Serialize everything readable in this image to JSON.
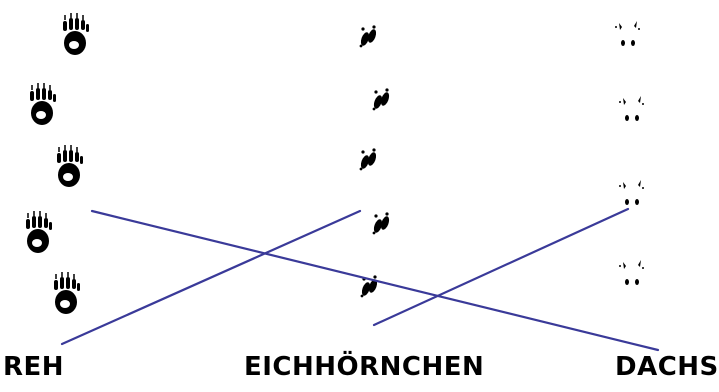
{
  "labels": {
    "left": "REH",
    "middle": "EICHHÖRNCHEN",
    "right": "DACHS"
  },
  "colors": {
    "ink": "#000000",
    "line": "#3a3a99",
    "background": "#ffffff"
  },
  "icons": {
    "left_column": "badger-paw-print-icon",
    "middle_column": "squirrel-paw-print-icon",
    "right_column": "deer-hoof-print-icon"
  }
}
